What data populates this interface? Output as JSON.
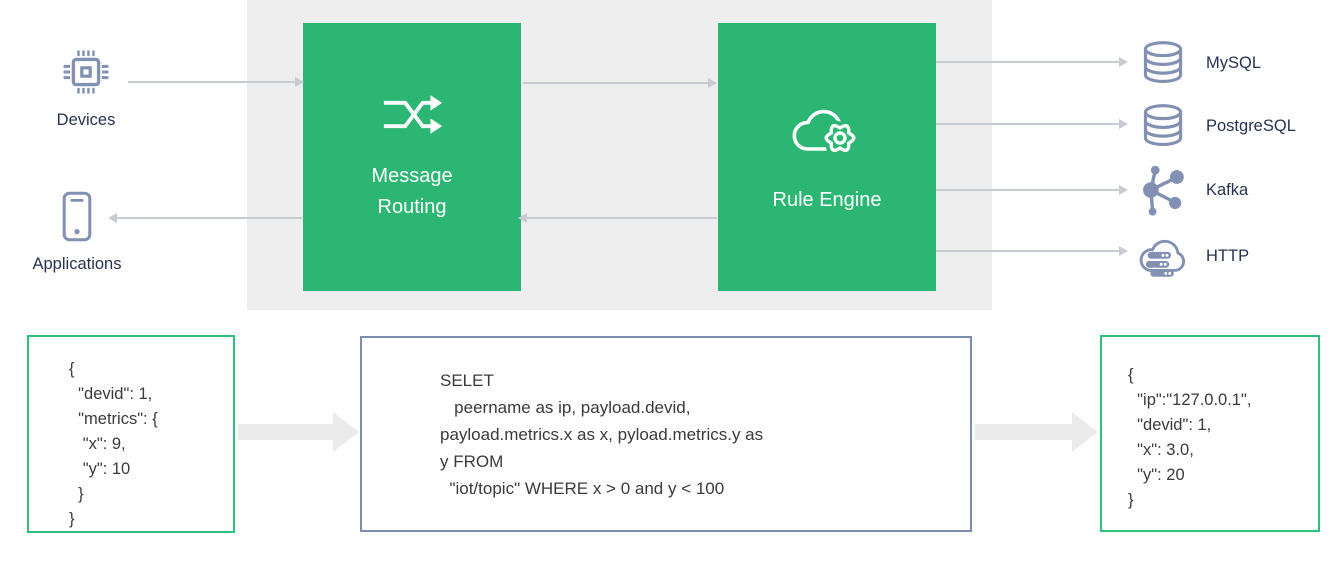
{
  "colors": {
    "green": "#2bb673",
    "green_border": "#2cc27d",
    "panel_gray": "#eeeeef",
    "arrow_line": "#c8cbd2",
    "arrow_fat": "#ebebec",
    "slate": "#8290b4",
    "text_dark": "#273252",
    "code_text": "#3a3a3c",
    "sql_border": "#7e8cae"
  },
  "sources": {
    "devices": {
      "label": "Devices",
      "icon": "chip-icon"
    },
    "applications": {
      "label": "Applications",
      "icon": "smartphone-icon"
    }
  },
  "broker": {
    "message_routing": {
      "label": "Message Routing",
      "icon": "shuffle-icon"
    },
    "rule_engine": {
      "label": "Rule Engine",
      "icon": "cloud-gear-icon"
    }
  },
  "right_targets": [
    {
      "label": "MySQL",
      "icon": "database-icon"
    },
    {
      "label": "PostgreSQL",
      "icon": "database-icon"
    },
    {
      "label": "Kafka",
      "icon": "kafka-graph-icon"
    },
    {
      "label": "HTTP",
      "icon": "cloud-server-icon"
    }
  ],
  "code": {
    "input_json": "{\n  \"devid\": 1,\n  \"metrics\": {\n   \"x\": 9,\n   \"y\": 10\n  }\n}",
    "sql": "SELET\n   peername as ip, payload.devid,\npayload.metrics.x as x, pyload.metrics.y as\ny FROM\n  \"iot/topic\" WHERE x > 0 and y < 100",
    "output_json": "{\n  \"ip\":\"127.0.0.1\",\n  \"devid\": 1,\n  \"x\": 3.0,\n  \"y\": 20\n}"
  }
}
